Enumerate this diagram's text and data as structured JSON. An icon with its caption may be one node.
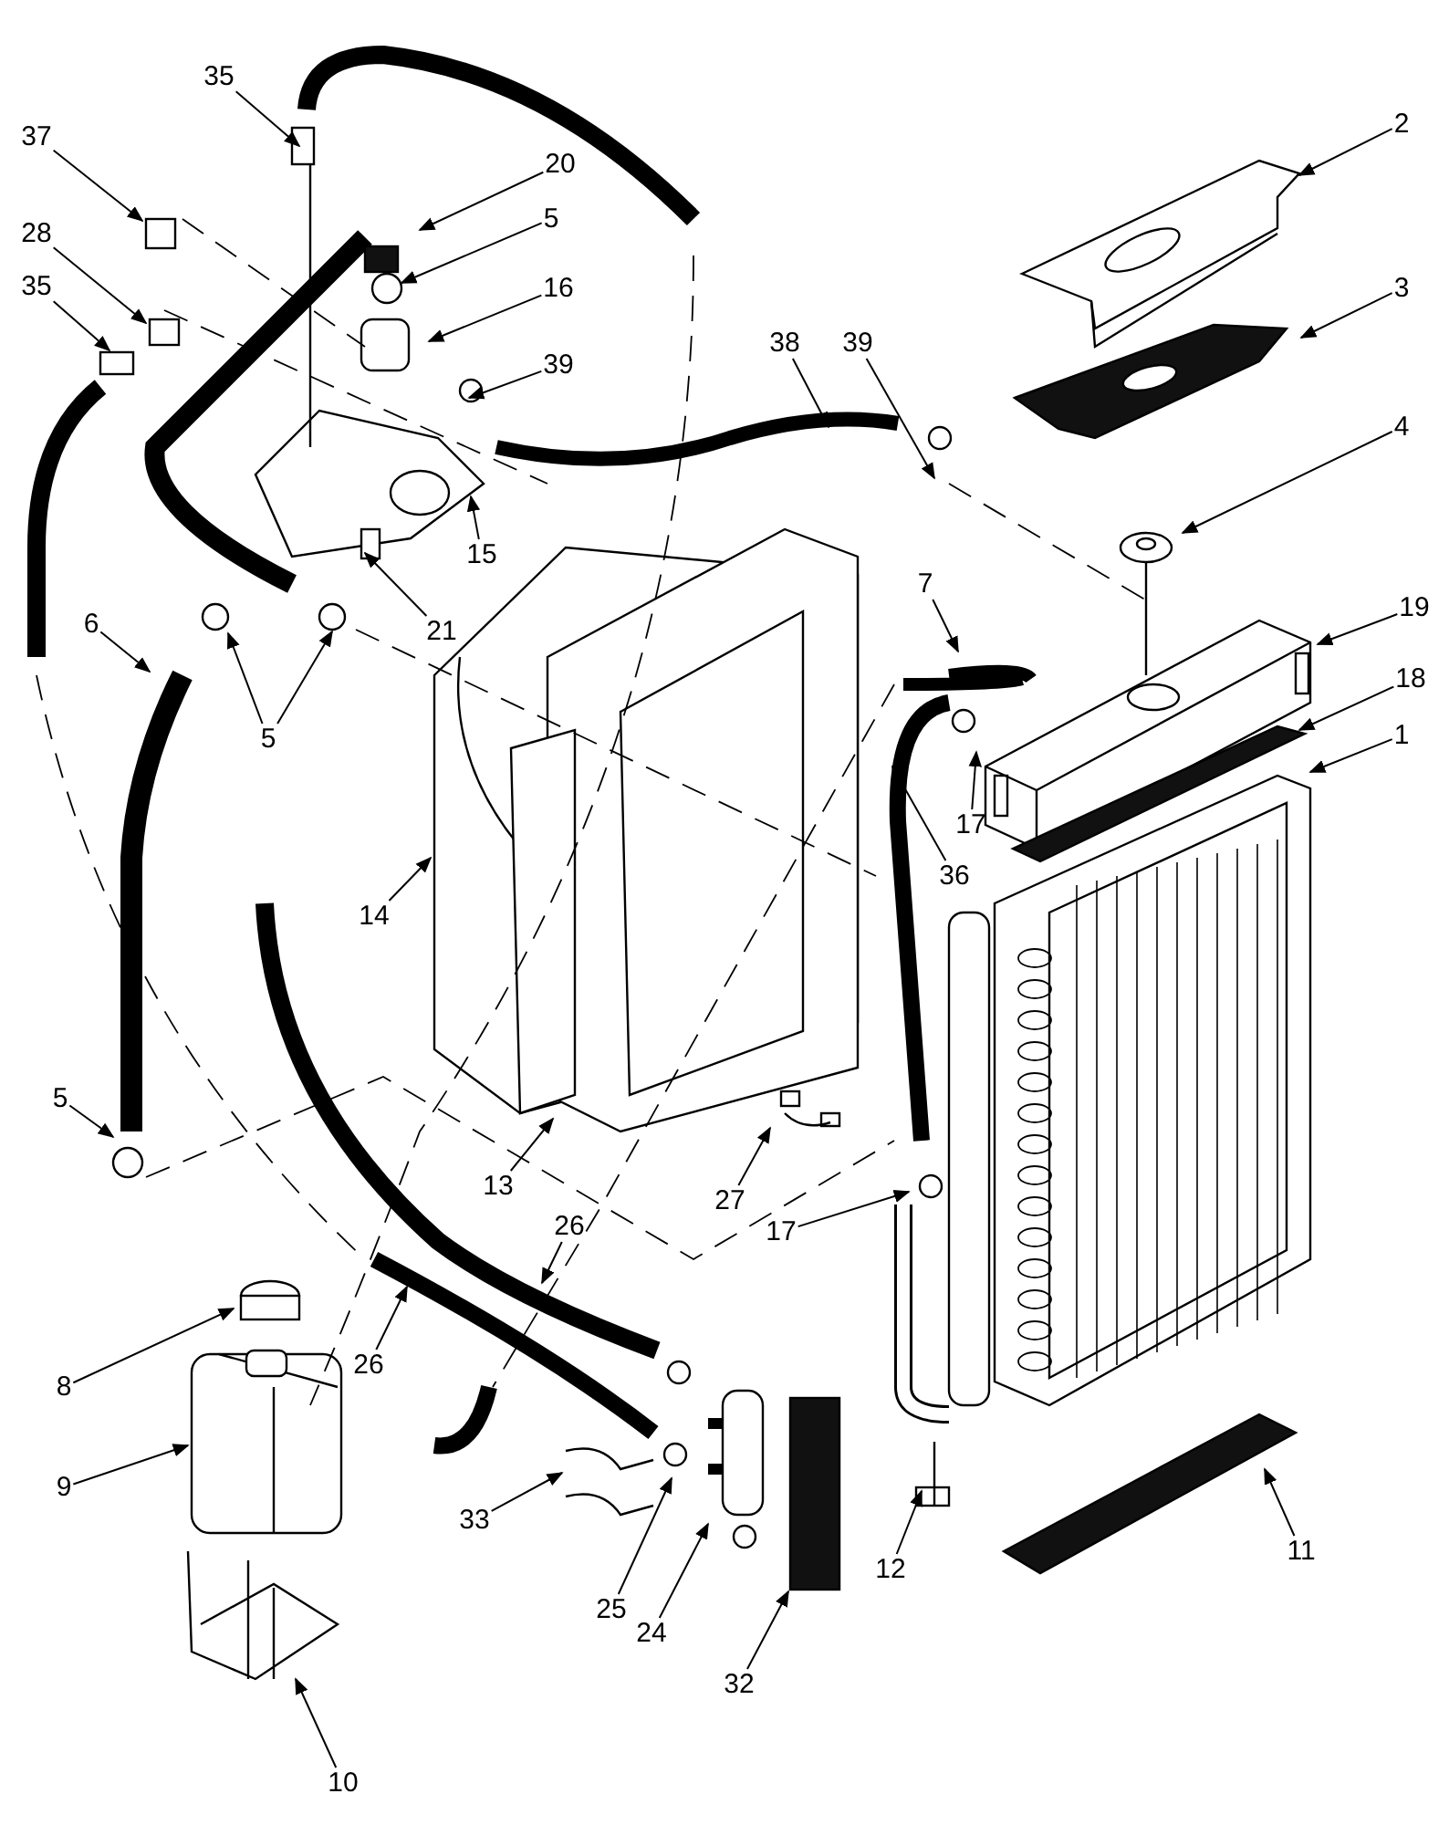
{
  "diagram": {
    "nodes": [
      {
        "text": [
          "35"
        ]
      },
      {
        "text": [
          "37"
        ]
      },
      {
        "text": [
          "20"
        ]
      },
      {
        "text": [
          "5"
        ]
      },
      {
        "text": [
          "28"
        ]
      },
      {
        "text": [
          "16"
        ]
      },
      {
        "text": [
          "35"
        ]
      },
      {
        "text": [
          "39"
        ]
      },
      {
        "text": [
          "2"
        ]
      },
      {
        "text": [
          "3"
        ]
      },
      {
        "text": [
          "38"
        ]
      },
      {
        "text": [
          "39"
        ]
      },
      {
        "text": [
          "4"
        ]
      },
      {
        "text": [
          "15"
        ]
      },
      {
        "text": [
          "21"
        ]
      },
      {
        "text": [
          "7"
        ]
      },
      {
        "text": [
          "19"
        ]
      },
      {
        "text": [
          "6"
        ]
      },
      {
        "text": [
          "5"
        ]
      },
      {
        "text": [
          "18"
        ]
      },
      {
        "text": [
          "17"
        ]
      },
      {
        "text": [
          "1"
        ]
      },
      {
        "text": [
          "36"
        ]
      },
      {
        "text": [
          "14"
        ]
      },
      {
        "text": [
          "5"
        ]
      },
      {
        "text": [
          "13"
        ]
      },
      {
        "text": [
          "27"
        ]
      },
      {
        "text": [
          "17"
        ]
      },
      {
        "text": [
          "26"
        ]
      },
      {
        "text": [
          "26"
        ]
      },
      {
        "text": [
          "8"
        ]
      },
      {
        "text": [
          "9"
        ]
      },
      {
        "text": [
          "33"
        ]
      },
      {
        "text": [
          "25"
        ]
      },
      {
        "text": [
          "24"
        ]
      },
      {
        "text": [
          "12"
        ]
      },
      {
        "text": [
          "11"
        ]
      },
      {
        "text": [
          "32"
        ]
      },
      {
        "text": [
          "10"
        ]
      }
    ],
    "edges": [
      {
        "from": 0,
        "to": null,
        "arrow": "to"
      },
      {
        "from": 1,
        "to": null,
        "arrow": "to"
      },
      {
        "from": 2,
        "to": null,
        "arrow": "to"
      },
      {
        "from": 3,
        "to": null,
        "arrow": "to"
      },
      {
        "from": 4,
        "to": null,
        "arrow": "to"
      },
      {
        "from": 5,
        "to": null,
        "arrow": "to"
      },
      {
        "from": 6,
        "to": null,
        "arrow": "to"
      },
      {
        "from": 7,
        "to": null,
        "arrow": "to"
      },
      {
        "from": 8,
        "to": null,
        "arrow": "to"
      },
      {
        "from": 9,
        "to": null,
        "arrow": "to"
      },
      {
        "from": 10,
        "to": null,
        "arrow": "to"
      },
      {
        "from": 11,
        "to": null,
        "arrow": "to"
      },
      {
        "from": 12,
        "to": null,
        "arrow": "to"
      },
      {
        "from": 13,
        "to": null,
        "arrow": "to"
      },
      {
        "from": 14,
        "to": null,
        "arrow": "to"
      },
      {
        "from": 15,
        "to": null,
        "arrow": "to"
      },
      {
        "from": 16,
        "to": null,
        "arrow": "to"
      },
      {
        "from": 17,
        "to": null,
        "arrow": "to"
      },
      {
        "from": 18,
        "to": null,
        "arrow": "to"
      },
      {
        "from": 18,
        "to": null,
        "arrow": "to"
      },
      {
        "from": 19,
        "to": null,
        "arrow": "to"
      },
      {
        "from": 20,
        "to": null,
        "arrow": "to"
      },
      {
        "from": 21,
        "to": null,
        "arrow": "to"
      },
      {
        "from": 22,
        "to": null,
        "arrow": "to"
      },
      {
        "from": 23,
        "to": null,
        "arrow": "to"
      },
      {
        "from": 24,
        "to": null,
        "arrow": "to"
      },
      {
        "from": 25,
        "to": null,
        "arrow": "to"
      },
      {
        "from": 26,
        "to": null,
        "arrow": "to"
      },
      {
        "from": 27,
        "to": null,
        "arrow": "to"
      },
      {
        "from": 28,
        "to": null,
        "arrow": "to"
      },
      {
        "from": 29,
        "to": null,
        "arrow": "to"
      },
      {
        "from": 30,
        "to": null,
        "arrow": "to"
      },
      {
        "from": 31,
        "to": null,
        "arrow": "to"
      },
      {
        "from": 32,
        "to": null,
        "arrow": "to"
      },
      {
        "from": 33,
        "to": null,
        "arrow": "to"
      },
      {
        "from": 34,
        "to": null,
        "arrow": "to"
      },
      {
        "from": 35,
        "to": null,
        "arrow": "to"
      },
      {
        "from": 36,
        "to": null,
        "arrow": "to"
      },
      {
        "from": 37,
        "to": null,
        "arrow": "to"
      },
      {
        "from": 38,
        "to": null,
        "arrow": "to"
      }
    ]
  }
}
